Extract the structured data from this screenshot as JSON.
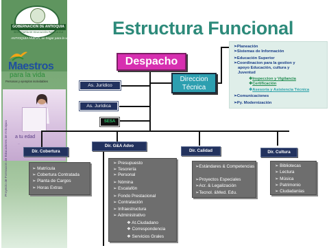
{
  "branding": {
    "gov_banner": "GOBERNACION DE ANTIOQUIA",
    "gov_banner_sub": "SECRETARÍA DE EDUCACIÓN PARA LA CULTURA",
    "slogan": "ANTIOQUIA NUEVA, un hogar para la vida",
    "program_title": "Maestros",
    "program_subtitle": "para la vida",
    "program_tagline": "Personas y ejemplos inolvidables",
    "photo_caption": "a tu edad",
    "photo_caption_sub": "...",
    "photo_vertical": "Proyecto de Formación de Educadores de Antioquia"
  },
  "title": "Estructura Funcional",
  "top": {
    "despacho": "Despacho",
    "direccion_tecnica": [
      "Direccion",
      "Técnica"
    ]
  },
  "staff": {
    "as_juridico": "As. Jurídico",
    "as_juridica": "As. Jurídica",
    "sesa": "SESA"
  },
  "tecnica_panel": {
    "items": [
      "Planeación",
      "Sistemas de Información",
      "Educación Superior",
      "Coordinacion para la gestion y",
      "apoyo Educación, cultura y",
      "Juventud",
      "Inspeccion y Vigilancia",
      "Certificación",
      "Asesoría y Asistencia Técnica",
      "Comunicaciones",
      "Py. Modernización"
    ]
  },
  "directions": [
    {
      "name": "Dir. Cobertura",
      "items": [
        "Matrícula",
        "Cobertura Contratada",
        "Planta de Cargos",
        "Horas Extras"
      ]
    },
    {
      "name": "Dir. G&A Advo",
      "items": [
        "Presupuesto",
        "Tesorería",
        "Personal",
        "Nómina",
        "Escalafón",
        "Fondo Prestacional",
        "Contratación",
        "Infraestructura",
        "Administrativo",
        "At.Ciudadano",
        "Correspondencia",
        "Servicios Grales"
      ]
    },
    {
      "name": "Dir. Calidad",
      "items": [
        "Estándares & Competencias",
        "Proyectos Especiales",
        "Acr. & Legalización",
        "Tecnol. &Med. Edu."
      ]
    },
    {
      "name": "Dir. Cultura",
      "items": [
        "Bibliotecas",
        "Lectura",
        "Música",
        "Patrimonio",
        "Ciudadanías"
      ]
    }
  ],
  "colors": {
    "title": "#2d8a7a",
    "despacho": "#d72fb0",
    "direccion_tecnica": "#2d9fb0",
    "dir_box": "#22325e",
    "panel": "#6e6e6e",
    "sidebar": "#6d9e6c"
  }
}
